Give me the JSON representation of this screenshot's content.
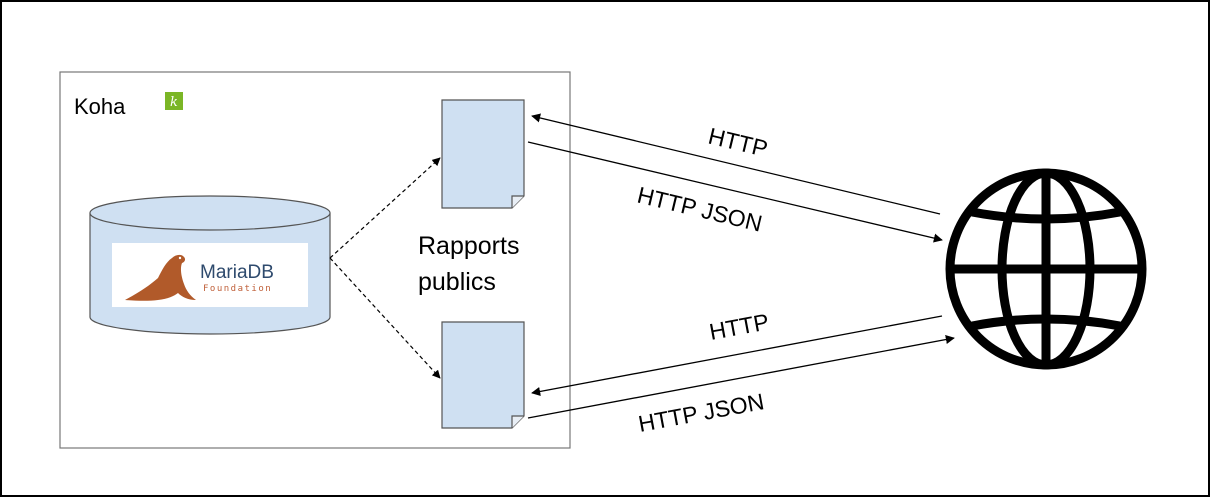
{
  "koha": {
    "title": "Koha",
    "logo_letter": "k",
    "logo_color": "#7bb626"
  },
  "database": {
    "logo_name": "MariaDB",
    "logo_sub": "Foundation",
    "cylinder_fill": "#cfe0f2",
    "name_color": "#2e4a6d",
    "sub_color": "#c0603a"
  },
  "reports": {
    "label_line1": "Rapports",
    "label_line2": "publics",
    "doc_fill": "#cfe0f2"
  },
  "arrows": {
    "top_request": "HTTP",
    "top_response": "HTTP JSON",
    "bottom_request": "HTTP",
    "bottom_response": "HTTP JSON"
  },
  "globe": {
    "icon": "globe-icon"
  }
}
